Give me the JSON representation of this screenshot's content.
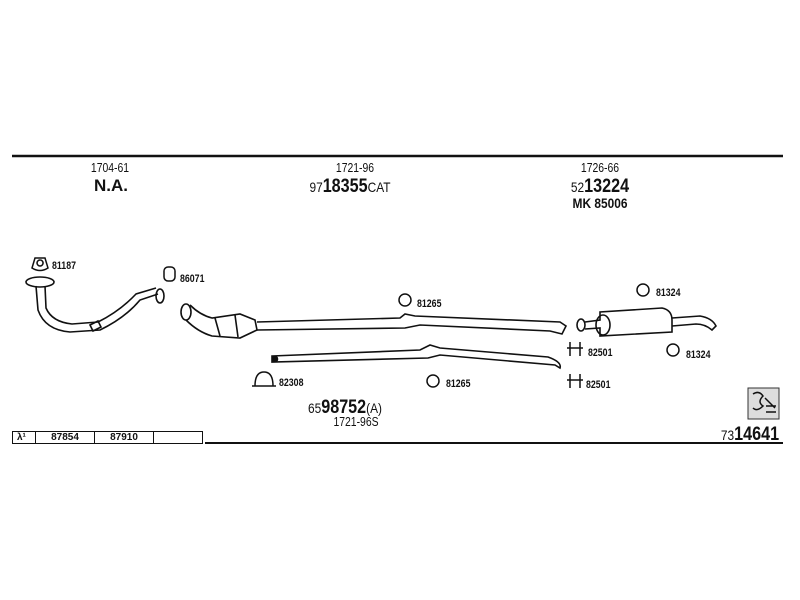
{
  "groups": [
    {
      "code": "1704-61",
      "part": "N.A."
    },
    {
      "code": "1721-96",
      "part_prefix": "97",
      "part_main": "18355",
      "part_suffix": "CAT"
    },
    {
      "code": "1726-66",
      "part_prefix": "52",
      "part_main": "13224",
      "extra": "MK 85006"
    }
  ],
  "components": [
    {
      "label": "81187",
      "icon": "gasket-icon"
    },
    {
      "label": "86071",
      "icon": "rubber-mount-icon"
    },
    {
      "label": "81265",
      "icon": "hanger-ring-icon"
    },
    {
      "label": "81324",
      "icon": "hanger-ring-icon"
    },
    {
      "label": "82501",
      "icon": "clamp-icon"
    },
    {
      "label": "81324",
      "icon": "hanger-ring-icon"
    },
    {
      "label": "82308",
      "icon": "u-clamp-icon"
    },
    {
      "label": "81265",
      "icon": "hanger-ring-icon"
    },
    {
      "label": "82501",
      "icon": "clamp-icon"
    }
  ],
  "middle_pipe": {
    "prefix": "65",
    "main": "98752",
    "suffix": "(A)",
    "code": "1721-96S"
  },
  "kit_number": {
    "prefix": "73",
    "main": "14641"
  },
  "reference_table": {
    "symbol": "λ¹",
    "cells": [
      "87854",
      "87910",
      ""
    ]
  }
}
